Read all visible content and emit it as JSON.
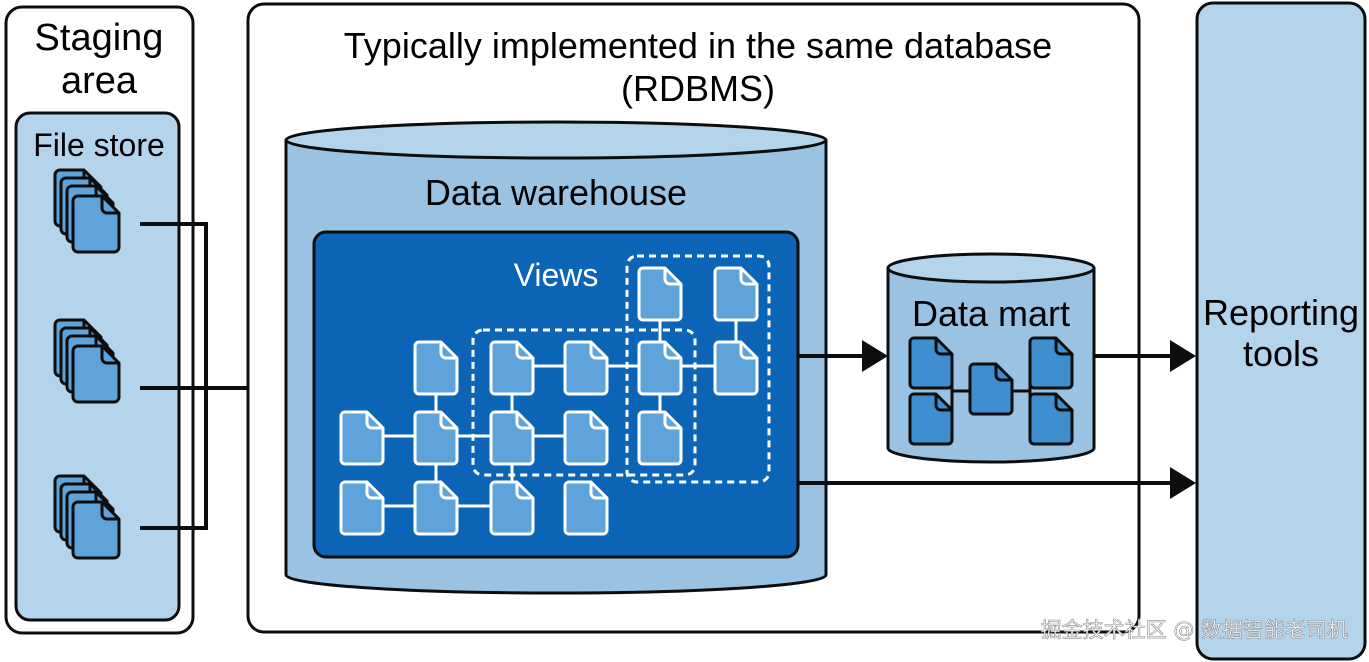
{
  "staging": {
    "title_line1": "Staging",
    "title_line2": "area",
    "file_store_label": "File store"
  },
  "database": {
    "title_line1": "Typically implemented in the same database",
    "title_line2": "(RDBMS)"
  },
  "warehouse": {
    "title": "Data warehouse",
    "views_label": "Views"
  },
  "mart": {
    "title": "Data mart"
  },
  "reporting": {
    "title_line1": "Reporting",
    "title_line2": "tools"
  },
  "watermark": {
    "text": "掘金技术社区 @ 数据智能老司机"
  },
  "colors": {
    "light_blue": "#b3d4ea",
    "mid_blue": "#9ac3e3",
    "dark_blue": "#0b64b5",
    "doc_blue": "#3e8ed0",
    "doc_light": "#5ea3da",
    "outline": "#0d0d0d"
  }
}
